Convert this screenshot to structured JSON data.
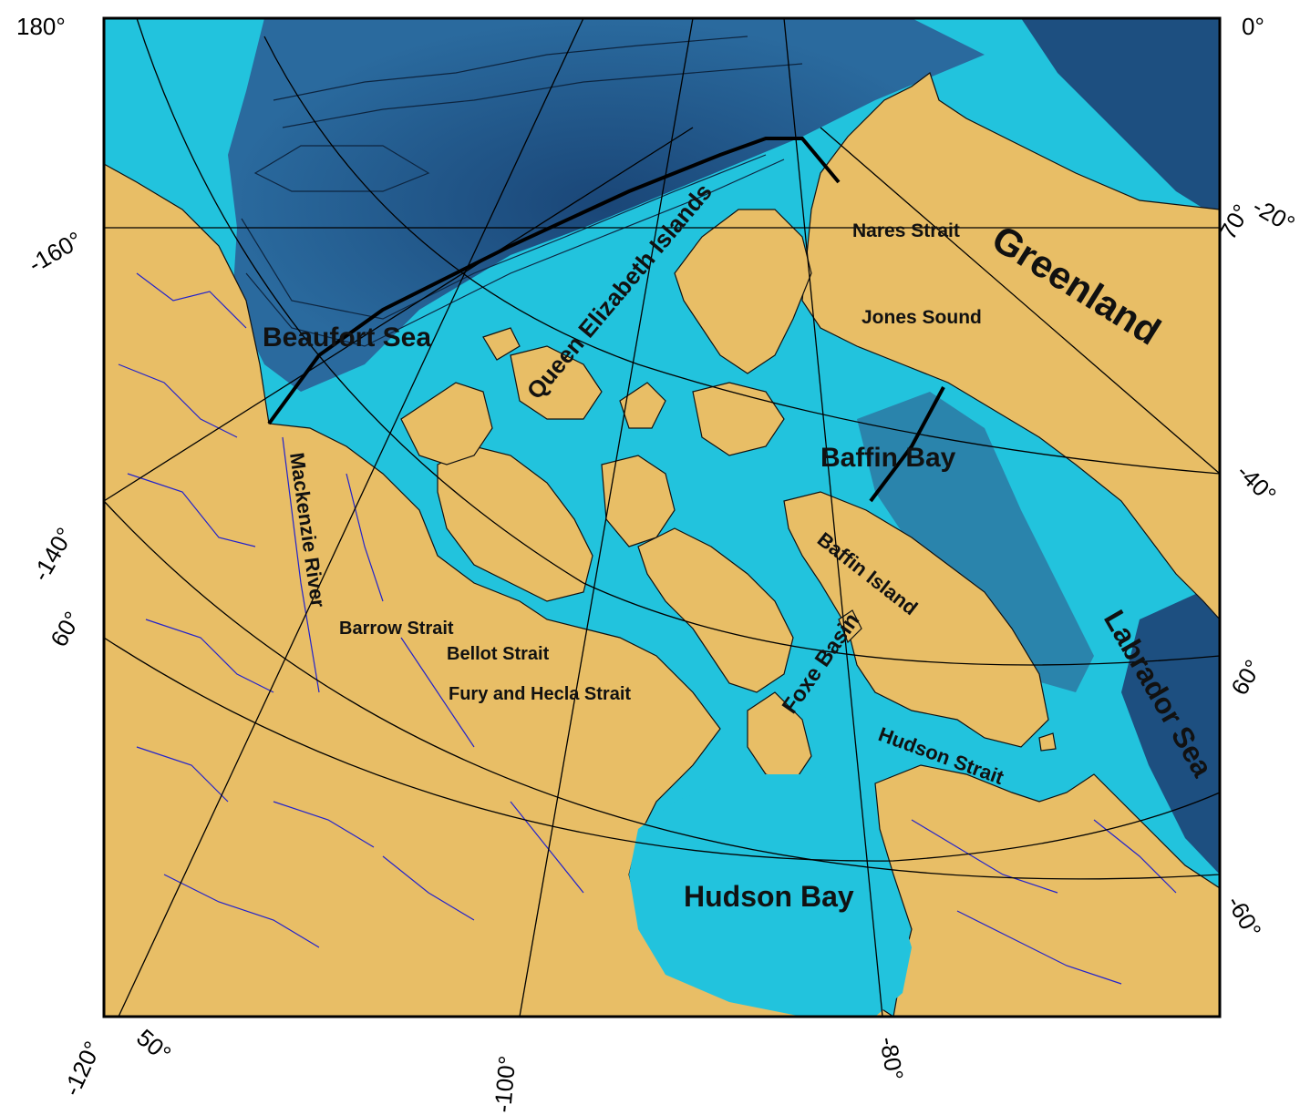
{
  "map": {
    "colors": {
      "land": "#E8BE66",
      "land_shade": "#C99A45",
      "shelf_sea": "#22C3DD",
      "deep_sea": "#1D4F80",
      "mid_sea": "#2A84AC",
      "rivers": "#2222CC",
      "graticule": "#000000"
    },
    "labels": {
      "beaufort_sea": "Beaufort Sea",
      "queen_elizabeth_islands": "Queen Elizabeth Islands",
      "nares_strait": "Nares Strait",
      "greenland": "Greenland",
      "jones_sound": "Jones Sound",
      "baffin_bay": "Baffin Bay",
      "mackenzie_river": "Mackenzie River",
      "baffin_island": "Baffin Island",
      "barrow_strait": "Barrow Strait",
      "bellot_strait": "Bellot Strait",
      "fury_and_hecla_strait": "Fury and Hecla Strait",
      "foxe_basin": "Foxe Basin",
      "labrador_sea": "Labrador Sea",
      "hudson_strait": "Hudson Strait",
      "hudson_bay": "Hudson Bay"
    },
    "ticks": {
      "top_left": "180°",
      "top_right": "0°",
      "left_160": "-160°",
      "left_140": "-140°",
      "left_60": "60°",
      "bottom_120": "-120°",
      "bottom_50": "50°",
      "bottom_100": "-100°",
      "bottom_80": "-80°",
      "right_20": "-20°",
      "right_70": "70°",
      "right_40": "-40°",
      "right_60": "60°",
      "right_m60": "-60°"
    }
  }
}
